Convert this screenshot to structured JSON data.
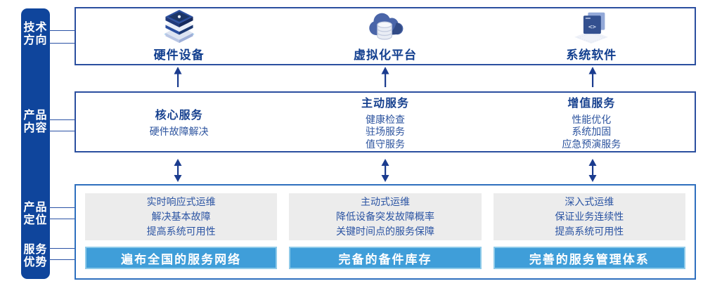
{
  "sidebar": {
    "items": [
      {
        "id": "tech-direction",
        "lines": [
          "技术",
          "方向"
        ]
      },
      {
        "id": "product-content",
        "lines": [
          "产品",
          "内容"
        ]
      },
      {
        "id": "product-positioning",
        "lines": [
          "产品",
          "定位"
        ]
      },
      {
        "id": "service-advantage",
        "lines": [
          "服务",
          "优势"
        ]
      }
    ]
  },
  "tech_row": {
    "items": [
      {
        "label": "硬件设备",
        "icon": "server-stack-icon"
      },
      {
        "label": "虚拟化平台",
        "icon": "cloud-database-icon"
      },
      {
        "label": "系统软件",
        "icon": "code-window-icon"
      }
    ]
  },
  "content_row": {
    "columns": [
      {
        "title": "核心服务",
        "items": [
          "硬件故障解决"
        ]
      },
      {
        "title": "主动服务",
        "items": [
          "健康检查",
          "驻场服务",
          "值守服务"
        ]
      },
      {
        "title": "增值服务",
        "items": [
          "性能优化",
          "系统加固",
          "应急预演服务"
        ]
      }
    ]
  },
  "bottom_row": {
    "columns": [
      {
        "lines": [
          "实时响应式运维",
          "解决基本故障",
          "提高系统可用性"
        ],
        "banner": "遍布全国的服务网络"
      },
      {
        "lines": [
          "主动式运维",
          "降低设备突发故障概率",
          "关键时间点的服务保障"
        ],
        "banner": "完备的备件库存"
      },
      {
        "lines": [
          "深入式运维",
          "保证业务连续性",
          "提高系统可用性"
        ],
        "banner": "完善的服务管理体系"
      }
    ]
  },
  "colors": {
    "sidebar_blue": "#0f459c",
    "box_border_navy": "#2b4f9f",
    "box_border_blue": "#2e6fbe",
    "arrow_navy": "#1b3c8f",
    "heading_blue": "#17418f",
    "body_blue": "#2d549f",
    "banner_blue": "#3f9ed9",
    "panel_gray": "#ececec"
  }
}
